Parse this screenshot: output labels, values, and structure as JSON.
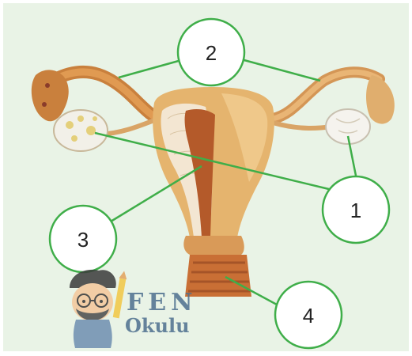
{
  "diagram": {
    "labels": [
      {
        "id": "1",
        "text": "1"
      },
      {
        "id": "2",
        "text": "2"
      },
      {
        "id": "3",
        "text": "3"
      },
      {
        "id": "4",
        "text": "4"
      }
    ],
    "colors": {
      "background": "#e9f3e6",
      "tissue": "#e5b46e",
      "tissue_dark": "#c9803d",
      "cavity": "#b45a2a",
      "ovary": "#f2f0e8",
      "callout_line": "#3fae49",
      "callout_fill": "#ffffff"
    }
  },
  "watermark": {
    "line1": "FEN",
    "line2": "Okulu",
    "color": "#4d6f8e"
  }
}
